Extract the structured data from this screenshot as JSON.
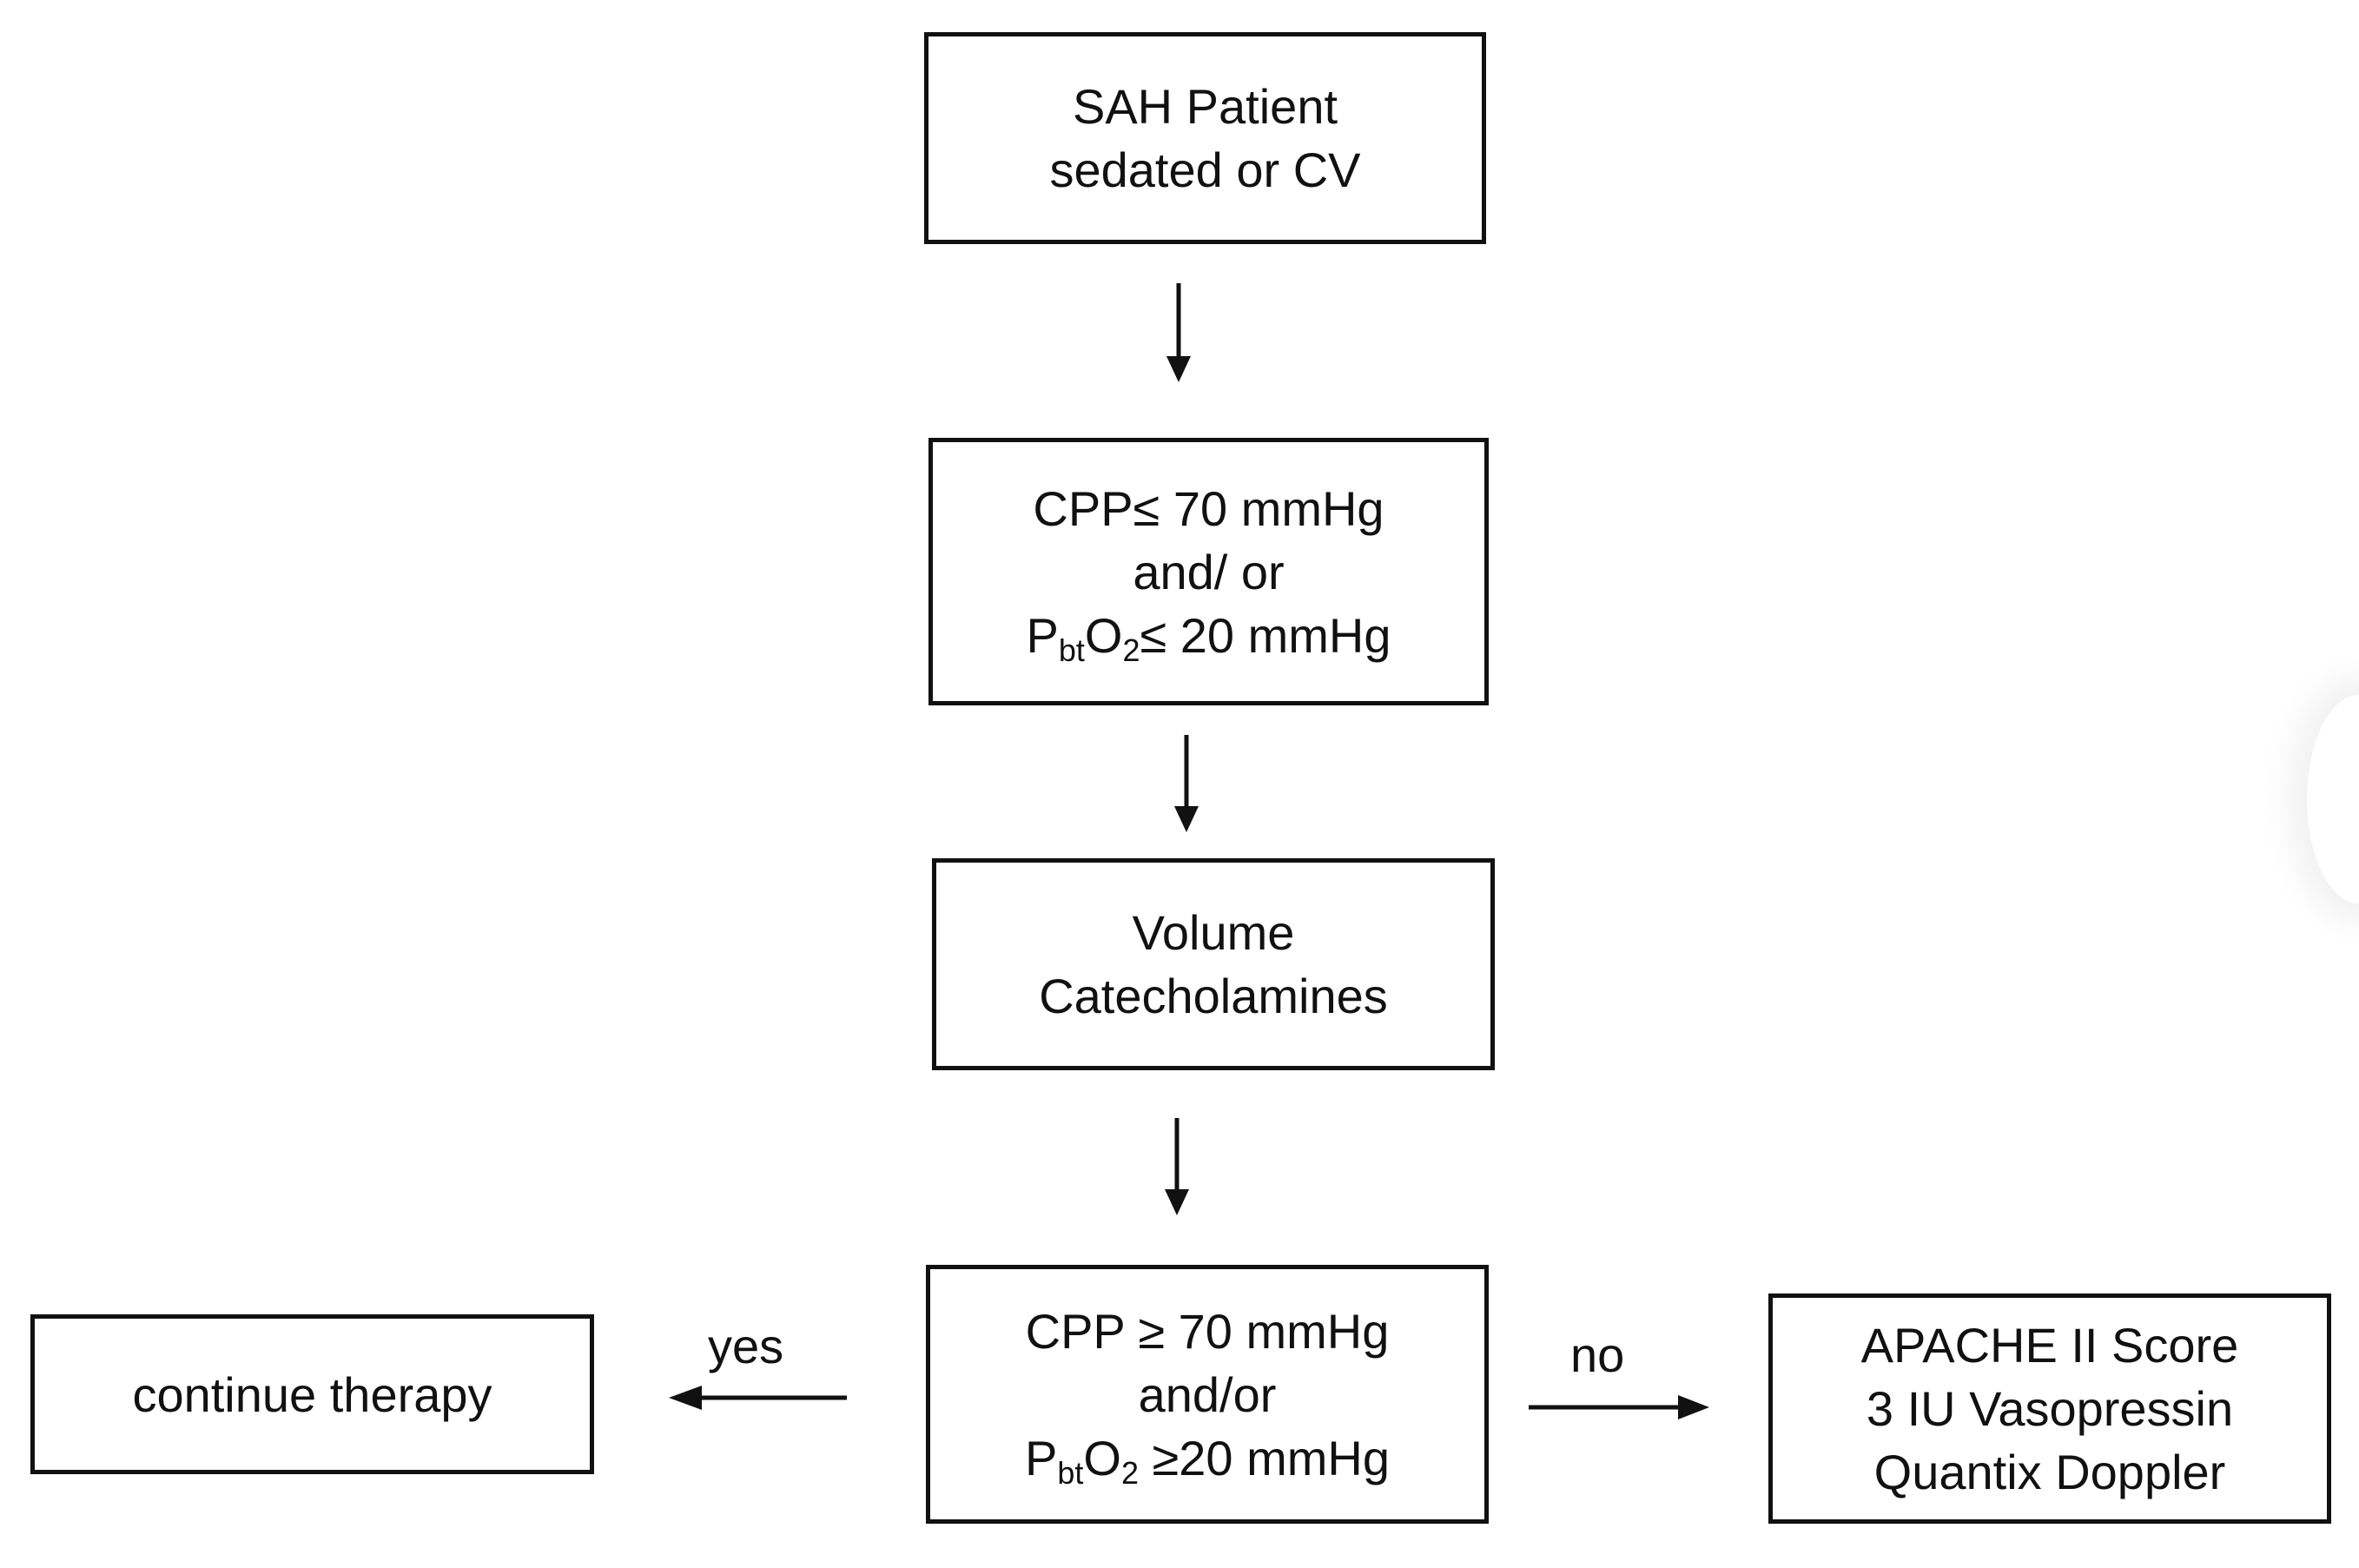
{
  "nodes": {
    "start": {
      "line1": "SAH Patient",
      "line2": "sedated or CV"
    },
    "check_low": {
      "line1": "CPP≤ 70 mmHg",
      "line2": "and/ or",
      "line3_p": "P",
      "line3_sub": "bt",
      "line3_o": "O",
      "line3_sub2": "2",
      "line3_rest": "≤ 20 mmHg"
    },
    "treatment": {
      "line1": "Volume",
      "line2": "Catecholamines"
    },
    "check_target": {
      "line1": "CPP ≥ 70 mmHg",
      "line2": "and/or",
      "line3_p": "P",
      "line3_sub": "bt",
      "line3_o": "O",
      "line3_sub2": "2",
      "line3_rest": " ≥20 mmHg"
    },
    "continue": {
      "line1": "continue therapy"
    },
    "escalation": {
      "line1": "APACHE II Score",
      "line2": "3 IU Vasopressin",
      "line3": "Quantix Doppler"
    }
  },
  "edges": {
    "yes_label": "yes",
    "no_label": "no"
  },
  "colors": {
    "stroke": "#111111",
    "background": "#ffffff"
  }
}
